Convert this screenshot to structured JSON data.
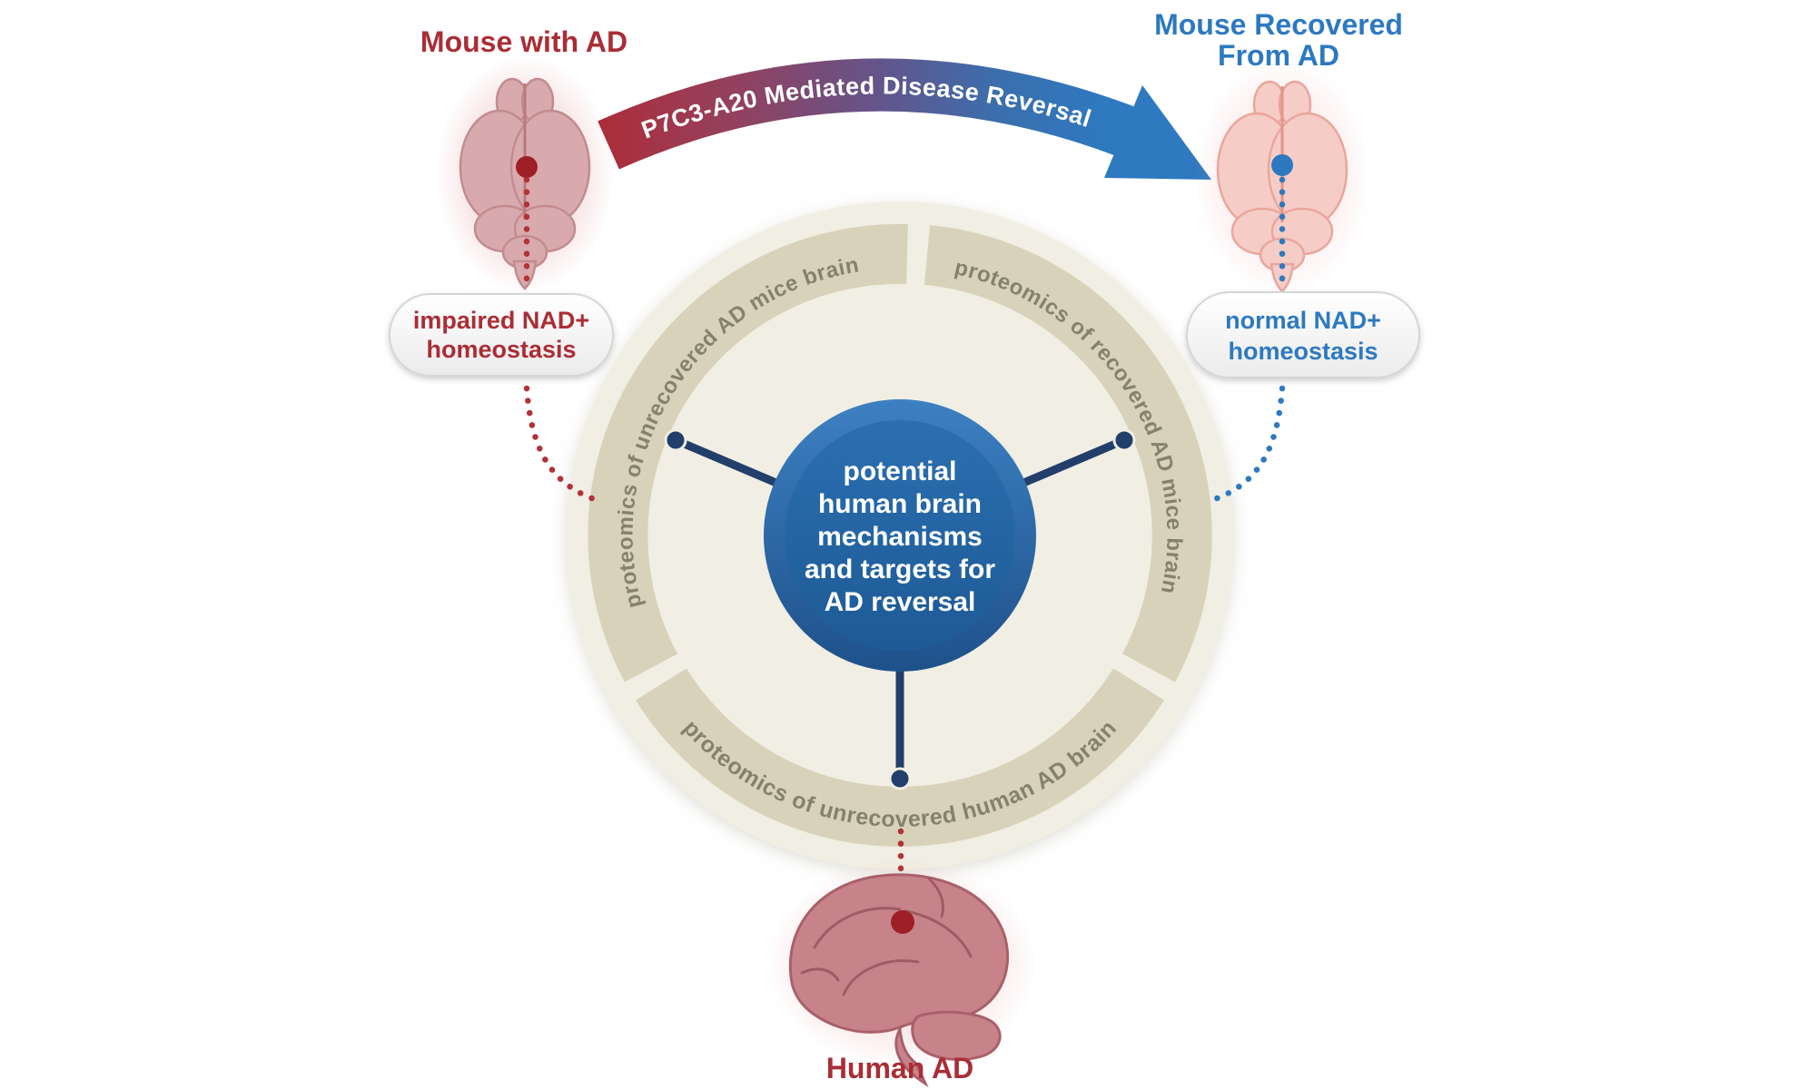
{
  "figure": {
    "top_left": {
      "title": "Mouse with AD",
      "pill": [
        "impaired NAD+",
        "homeostasis"
      ]
    },
    "top_right": {
      "title": [
        "Mouse Recovered",
        "From AD"
      ],
      "pill": [
        "normal NAD+",
        "homeostasis"
      ]
    },
    "banner": {
      "label": "P7C3-A20 Mediated Disease Reversal"
    },
    "ring": {
      "segments": [
        {
          "id": "top-left",
          "label": "proteomics of unrecovered AD mice brain"
        },
        {
          "id": "top-right",
          "label": "proteomics of recovered AD mice brain"
        },
        {
          "id": "bottom",
          "label": "proteomics of unrecovered human AD brain"
        }
      ]
    },
    "center": {
      "lines": [
        "potential",
        "human brain",
        "mechanisms",
        "and targets for",
        "AD reversal"
      ]
    },
    "bottom": {
      "title": "Human AD"
    },
    "colors": {
      "dark_red_text": "#aa2d36",
      "blue_text": "#2d79c0",
      "red_dotted": "#b23238",
      "blue_dotted": "#2d79c0",
      "banner_gradient_start": "#ad2d39",
      "banner_gradient_mid": "#64548a",
      "banner_gradient_end": "#2e79c0",
      "disc_cream": "#f1eee3",
      "ring_band": "#d8d2bb",
      "ring_text": "#85826b",
      "center_circle_top": "#2b6fb0",
      "center_circle_bottom": "#1e5a96",
      "spoke_navy": "#223f6b",
      "mouse_brain_ad_fill": "#d9aaad",
      "mouse_brain_recovered_fill": "#f5cdc6",
      "human_brain_fill": "#c8838a"
    }
  }
}
